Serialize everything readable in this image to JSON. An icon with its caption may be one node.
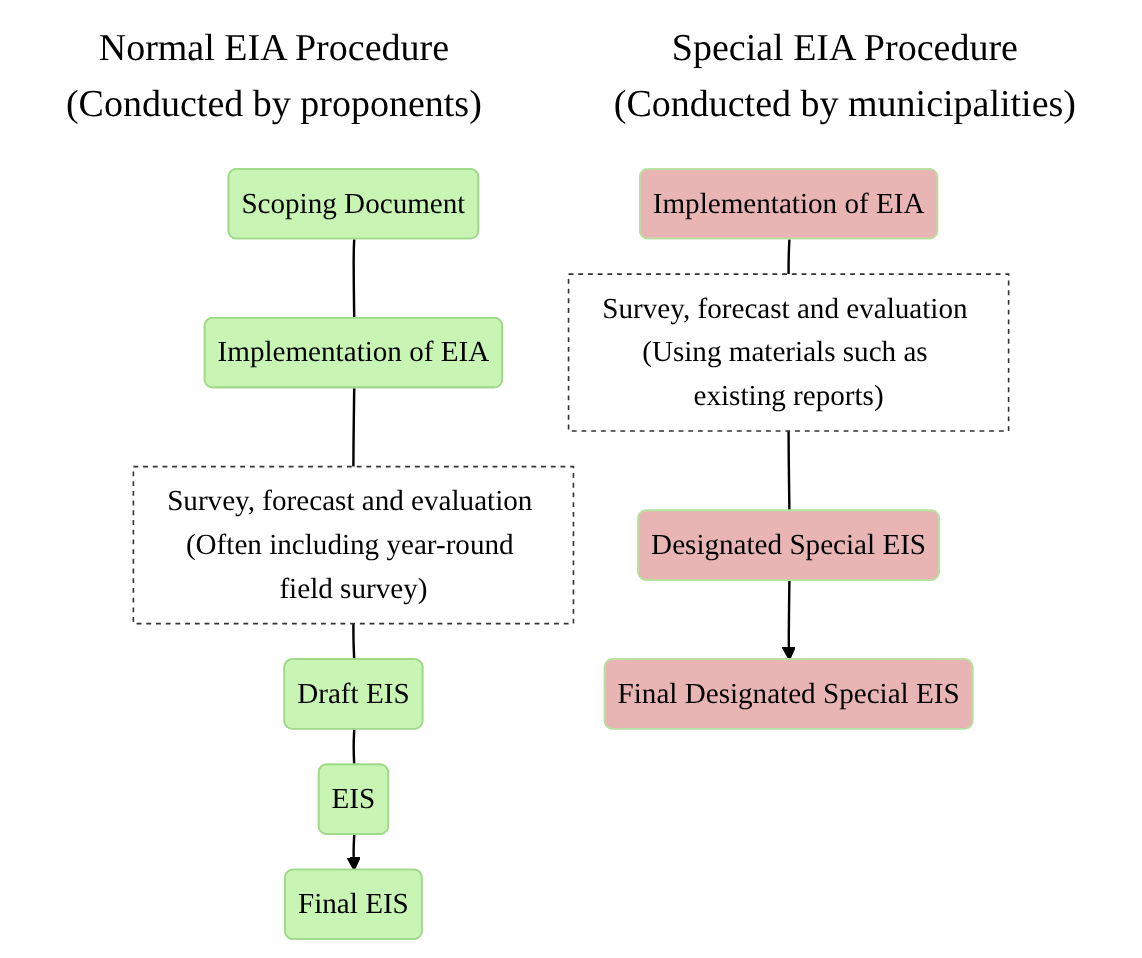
{
  "diagram": {
    "nodes": [
      {
        "text": [
          "Scoping Document"
        ]
      },
      {
        "text": [
          "Implementation of EIA"
        ]
      },
      {
        "text": [
          "Survey, forecast and evaluation (Often including year-round field survey)"
        ]
      },
      {
        "text": [
          "Draft EIS"
        ]
      },
      {
        "text": [
          "EIS"
        ]
      },
      {
        "text": [
          "Final EIS"
        ]
      },
      {
        "text": [
          "Implementation of EIA"
        ]
      },
      {
        "text": [
          "Survey, forecast and evaluation (Using materials such as existing reports)"
        ]
      },
      {
        "text": [
          "Designated Special EIS"
        ]
      },
      {
        "text": [
          "Final Designated Special EIS"
        ]
      }
    ],
    "edges": [
      {
        "from": 0,
        "to": 1,
        "arrow": "none"
      },
      {
        "from": 1,
        "to": 2,
        "arrow": "none"
      },
      {
        "from": 2,
        "to": 3,
        "arrow": "none"
      },
      {
        "from": 3,
        "to": 4,
        "arrow": "none"
      },
      {
        "from": 4,
        "to": 5,
        "arrow": "to"
      },
      {
        "from": 6,
        "to": 7,
        "arrow": "none"
      },
      {
        "from": 7,
        "to": 8,
        "arrow": "none"
      },
      {
        "from": 8,
        "to": 9,
        "arrow": "to"
      }
    ],
    "labels": [
      "Normal EIA Procedure",
      "(Conducted by proponents)",
      "Special EIA Procedure",
      "(Conducted by municipalities)"
    ]
  }
}
